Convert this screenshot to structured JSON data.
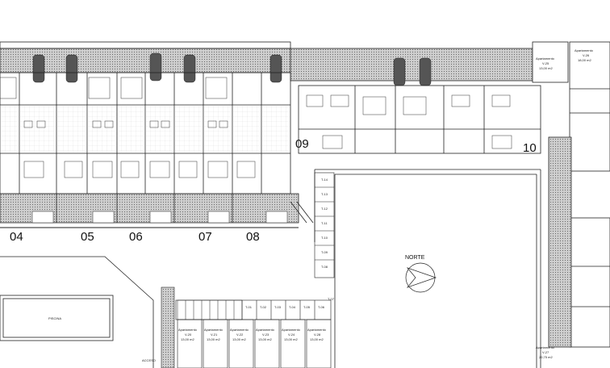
{
  "colors": {
    "line": "#222222",
    "hatch": "#9a9a9a",
    "background": "#ffffff"
  },
  "unit_numbers": [
    "04",
    "05",
    "06",
    "07",
    "08",
    "09",
    "10"
  ],
  "north_label": "NORTE",
  "pool_label": "PISCINA",
  "access_label": "ACCESO",
  "parking_upper": {
    "labels": [
      "T-14",
      "T-13",
      "T-12",
      "T-11",
      "T-10",
      "T-09",
      "T-08"
    ]
  },
  "parking_lower": {
    "labels": [
      "T-01",
      "T-02",
      "T-03",
      "T-04",
      "T-05",
      "T-06",
      "T-07"
    ]
  },
  "apartments": [
    {
      "title": "Apartamento",
      "code": "V-20",
      "area": "13,00 m2"
    },
    {
      "title": "Apartamento",
      "code": "V-21",
      "area": "13,00 m2"
    },
    {
      "title": "Apartamento",
      "code": "V-22",
      "area": "13,00 m2"
    },
    {
      "title": "Apartamento",
      "code": "V-23",
      "area": "13,00 m2"
    },
    {
      "title": "Apartamento",
      "code": "V-24",
      "area": "13,00 m2"
    },
    {
      "title": "Apartamento",
      "code": "V-28",
      "area": "13,00 m2"
    }
  ],
  "side_apartments": [
    {
      "title": "Apartamento",
      "code": "V-25",
      "area": "13,00 m2"
    },
    {
      "title": "Apartamento",
      "code": "V-26",
      "area": "18,00 m2"
    },
    {
      "title": "Apartamento",
      "code": "V-27",
      "area": "20,75 m2"
    }
  ]
}
